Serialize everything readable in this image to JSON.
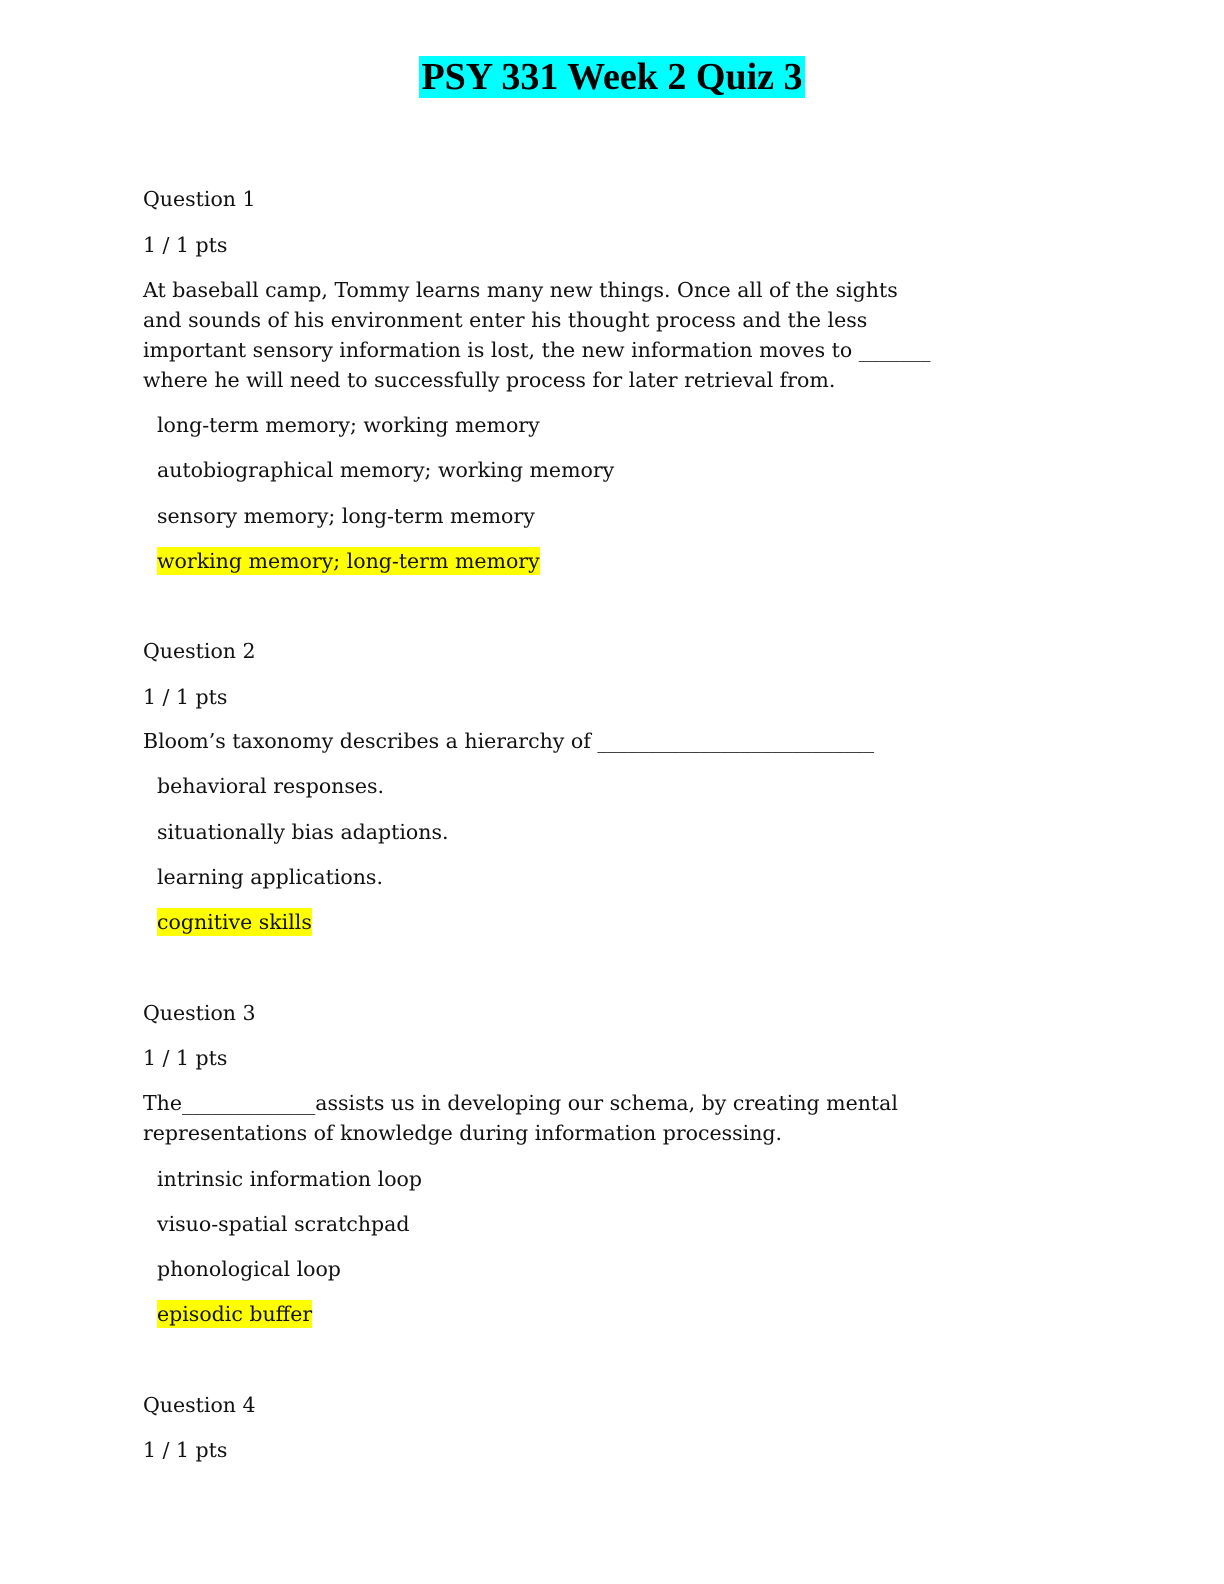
{
  "title": "PSY 331 Week 2 Quiz 3",
  "questions": [
    {
      "label": "Question 1",
      "points": "1 / 1 pts",
      "text_lines": [
        "At baseball camp, Tommy learns many new things. Once all of the sights",
        "and sounds of his environment enter his thought process and the less",
        "important sensory information is lost, the new information moves to _______",
        "where he will need to successfully process for later retrieval from."
      ],
      "options": [
        "long-term memory; working memory",
        "autobiographical memory; working memory",
        "sensory memory; long-term memory",
        "working memory; long-term memory"
      ],
      "highlighted_option": 3
    },
    {
      "label": "Question 2",
      "points": "1 / 1 pts",
      "text_lines": [
        "Bloom’s taxonomy describes a hierarchy of ___________________________"
      ],
      "options": [
        "behavioral responses.",
        "situationally bias adaptions.",
        "learning applications.",
        "cognitive skills"
      ],
      "highlighted_option": 3
    },
    {
      "label": "Question 3",
      "points": "1 / 1 pts",
      "text_lines": [
        "The_____________assists us in developing our schema, by creating mental",
        "representations of knowledge during information processing."
      ],
      "options": [
        "intrinsic information loop",
        "visuo-spatial scratchpad",
        "phonological loop",
        "episodic buffer"
      ],
      "highlighted_option": 3
    },
    {
      "label": "Question 4",
      "points": "1 / 1 pts"
    }
  ]
}
